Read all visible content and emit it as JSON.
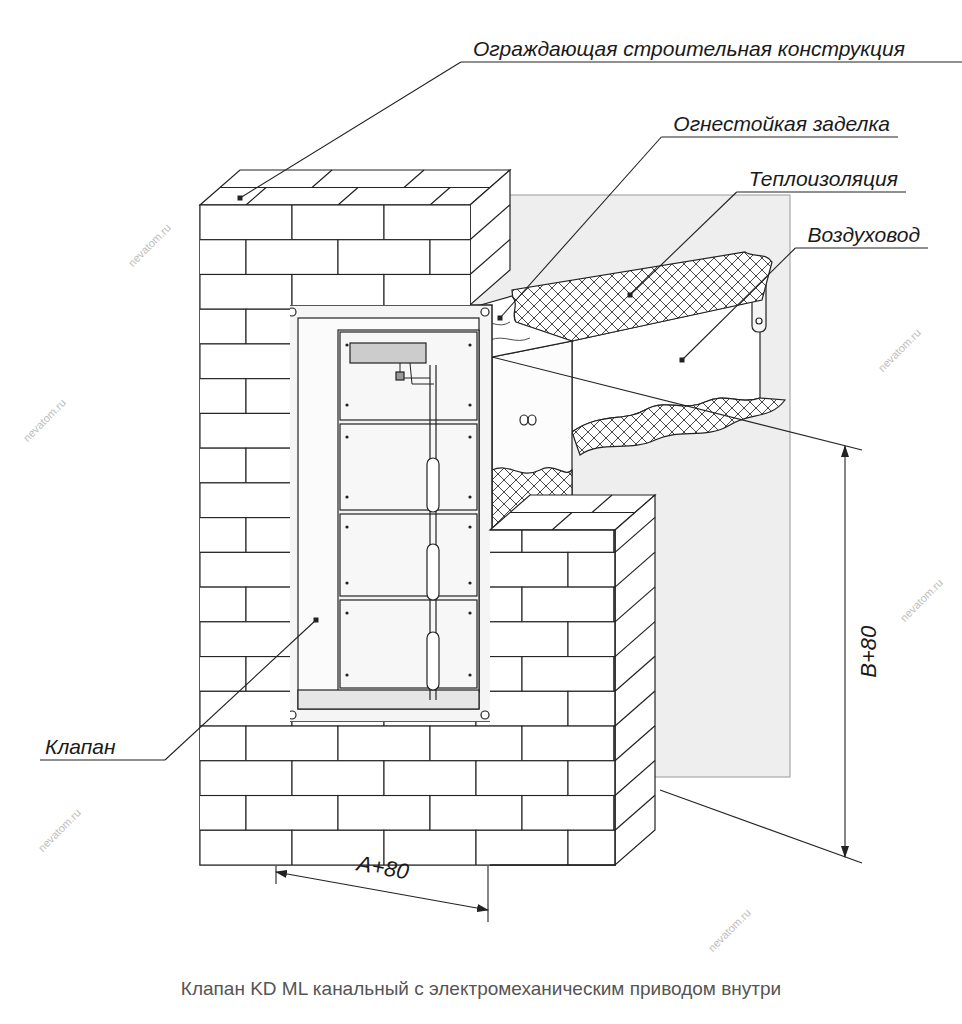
{
  "diagram": {
    "caption": "Клапан KD ML канальный с электромеханическим приводом внутри",
    "labels": [
      "Ограждающая строительная конструкция",
      "Огнестойкая заделка",
      "Теплоизоляция",
      "Воздуховод",
      "Клапан",
      "A+80",
      "B+80",
      "nevatom.ru",
      "nevatom.ru",
      "nevatom.ru",
      "nevatom.ru",
      "nevatom.ru",
      "nevatom.ru"
    ]
  }
}
